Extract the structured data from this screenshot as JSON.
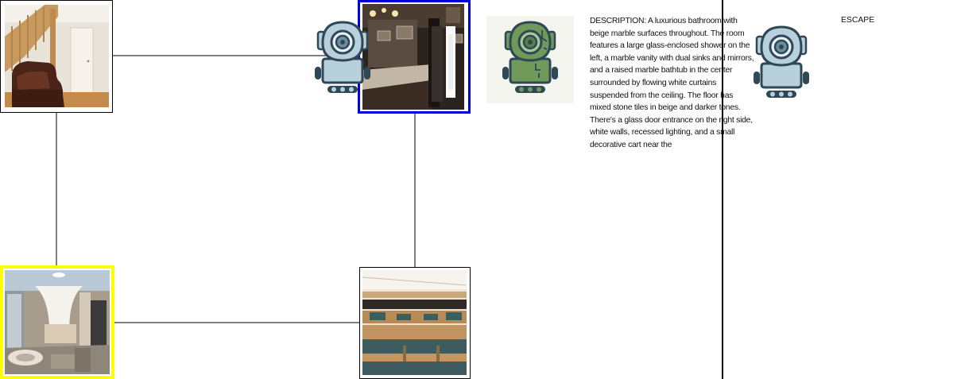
{
  "map": {
    "rooms": [
      {
        "id": "living-room-stairs",
        "highlight": "none"
      },
      {
        "id": "bathroom-vanity",
        "highlight": "blue"
      },
      {
        "id": "marble-bathroom",
        "highlight": "yellow"
      },
      {
        "id": "study-hall-desks",
        "highlight": "none"
      }
    ]
  },
  "colors": {
    "current_room_border": "#0000d8",
    "target_room_border": "#ffff00",
    "edge": "#808080",
    "robot_body": "#b8cfdc",
    "robot_active": "#6f9a5a"
  },
  "panel": {
    "description": "DESCRIPTION: A luxurious bathroom with beige marble surfaces throughout. The room features a large glass-enclosed shower on the left, a marble vanity with dual sinks and mirrors, and a raised marble bathtub in the center surrounded by flowing white curtains suspended from the ceiling. The floor has mixed stone tiles in beige and darker tones. There's a glass door entrance on the right side, white walls, recessed lighting, and a small decorative cart near the",
    "escape_label": "ESCAPE"
  },
  "icons": {
    "agent": "robot-icon",
    "active_agent": "green-robot-icon",
    "escape_agent": "robot-icon"
  }
}
